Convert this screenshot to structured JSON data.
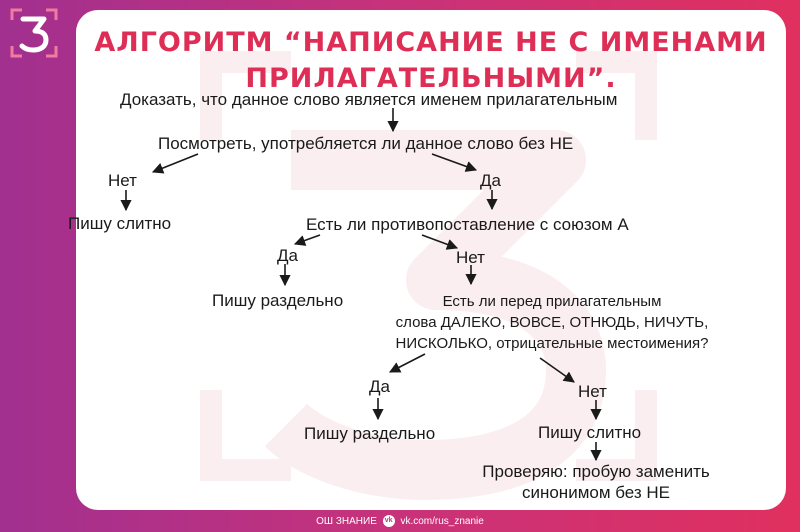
{
  "logo": {
    "mark": "З"
  },
  "header": {
    "title_line1": "АЛГОРИТМ “НАПИСАНИЕ НЕ С ИМЕНАМИ",
    "title_line2": "ПРИЛАГАТЕЛЬНЫМИ”."
  },
  "flow": {
    "step1": "Доказать, что данное слово является именем прилагательным",
    "step2": "Посмотреть, употребляется ли данное слово без НЕ",
    "no1": "Нет",
    "yes1": "Да",
    "result_merged1": "Пишу слитно",
    "question2": "Есть ли противопоставление с союзом А",
    "yes2": "Да",
    "no2": "Нет",
    "result_separate1": "Пишу раздельно",
    "question3_line1": "Есть ли перед прилагательным",
    "question3_line2": "слова ДАЛЕКО, ВОВСЕ, ОТНЮДЬ, НИЧУТЬ,",
    "question3_line3": "НИСКОЛЬКО, отрицательные местоимения?",
    "yes3": "Да",
    "no3": "Нет",
    "result_separate2": "Пишу раздельно",
    "result_merged2": "Пишу слитно",
    "check_line1": "Проверяю: пробую заменить",
    "check_line2": "синонимом без НЕ"
  },
  "footer": {
    "brand": "ОШ ЗНАНИЕ",
    "vk_badge": "vk",
    "link": "vk.com/rus_znanie"
  },
  "colors": {
    "accent": "#df2e55",
    "gradient_left": "#a1308f",
    "gradient_right": "#e0305f",
    "text": "#1a1a1a",
    "watermark": "#fbeef0"
  }
}
